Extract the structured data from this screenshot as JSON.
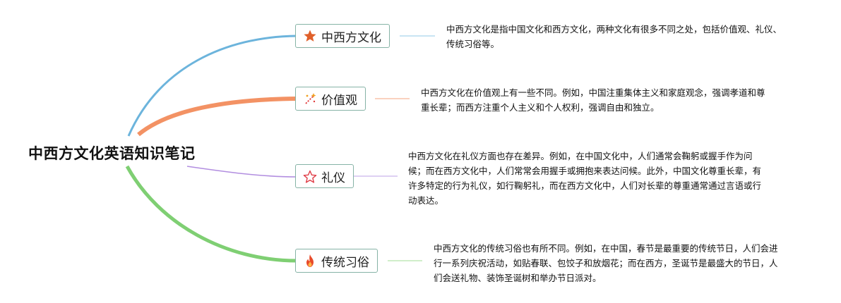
{
  "root": {
    "title": "中西方文化英语知识笔记"
  },
  "branches": [
    {
      "label": "中西方文化",
      "icon": "star-filled-icon",
      "color": "#6cb4dc",
      "icon_color": "#e0602a",
      "description": "中西方文化是指中国文化和西方文化，两种文化有很多不同之处，包括价值观、礼仪、传统习俗等。"
    },
    {
      "label": "价值观",
      "icon": "sparkle-wand-icon",
      "color": "#f39264",
      "icon_color": "#e03a3a",
      "description": "中西方文化在价值观上有一些不同。例如，中国注重集体主义和家庭观念，强调孝道和尊重长辈；而西方注重个人主义和个人权利，强调自由和独立。"
    },
    {
      "label": "礼仪",
      "icon": "star-outline-icon",
      "color": "#b28ee0",
      "icon_color": "#e0404a",
      "description": "中西方文化在礼仪方面也存在差异。例如，在中国文化中，人们通常会鞠躬或握手作为问候；而在西方文化中，人们常常会用握手或拥抱来表达问候。此外，中国文化尊重长辈，有许多特定的行为礼仪，如行鞠躬礼，而在西方文化中，人们对长辈的尊重通常通过言语或行动表达。"
    },
    {
      "label": "传统习俗",
      "icon": "flame-icon",
      "color": "#7fcf73",
      "icon_color": "#e84a2a",
      "description": "中西方文化的传统习俗也有所不同。例如，在中国，春节是最重要的传统节日，人们会进行一系列庆祝活动，如贴春联、包饺子和放烟花；而在西方，圣诞节是最盛大的节日，人们会送礼物、装饰圣诞树和举办节日派对。"
    }
  ]
}
